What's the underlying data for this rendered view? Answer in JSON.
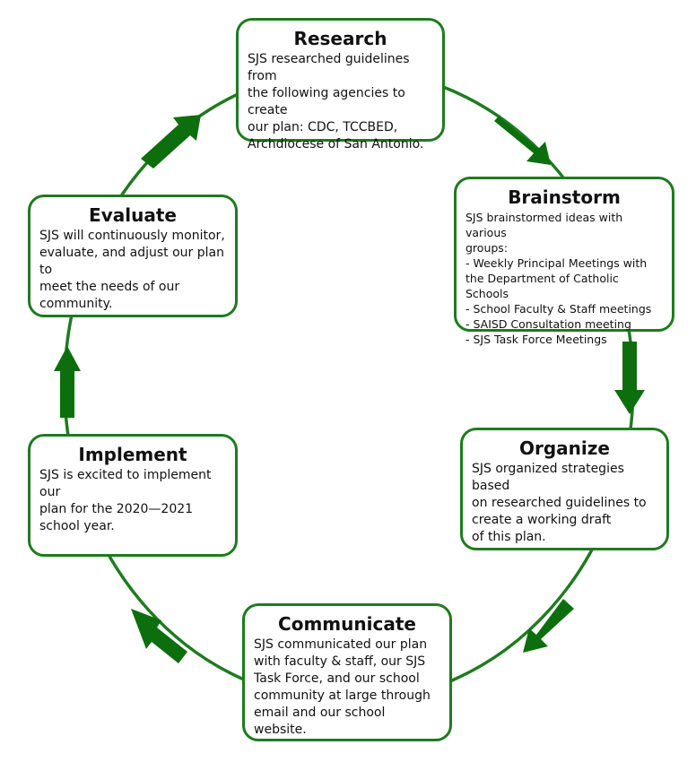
{
  "colors": {
    "accent": "#1e7b1e",
    "arrow": "#0d6e0d",
    "text": "#111111"
  },
  "steps": [
    {
      "title": "Research",
      "body": "SJS researched guidelines from\nthe following agencies to create\nour plan:  CDC, TCCBED,\nArchdiocese of San Antonio."
    },
    {
      "title": "Brainstorm",
      "body": "SJS brainstormed ideas with various\ngroups:\n- Weekly Principal Meetings with\nthe Department of Catholic Schools\n- School Faculty & Staff meetings\n- SAISD Consultation meeting\n- SJS Task Force Meetings"
    },
    {
      "title": "Organize",
      "body": "SJS organized strategies based\non researched guidelines to\ncreate a working draft\nof this plan."
    },
    {
      "title": "Communicate",
      "body": "SJS communicated our plan\nwith faculty & staff, our SJS\nTask Force, and our school\ncommunity at large through\nemail and our school website."
    },
    {
      "title": "Implement",
      "body": "SJS is excited to implement our\nplan for the 2020—2021\nschool year."
    },
    {
      "title": "Evaluate",
      "body": "SJS will continuously monitor,\nevaluate, and adjust our plan to\nmeet the needs of our\ncommunity."
    }
  ]
}
